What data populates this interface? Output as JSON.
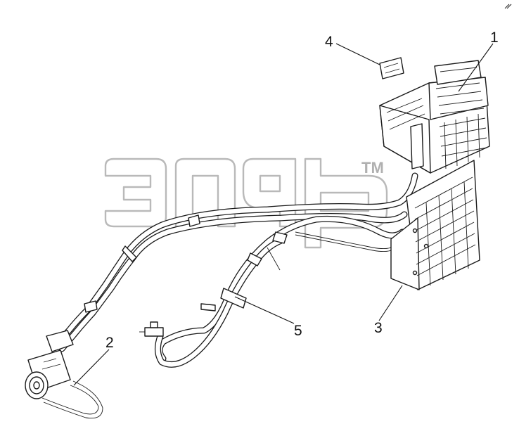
{
  "watermark": {
    "trademark": "TM"
  },
  "callouts": [
    {
      "id": "1",
      "label": "1"
    },
    {
      "id": "2",
      "label": "2"
    },
    {
      "id": "3",
      "label": "3"
    },
    {
      "id": "4",
      "label": "4"
    },
    {
      "id": "5",
      "label": "5"
    }
  ],
  "colors": {
    "line": "#1a1a1a",
    "watermark": "#b9b9b9",
    "background": "#ffffff"
  }
}
